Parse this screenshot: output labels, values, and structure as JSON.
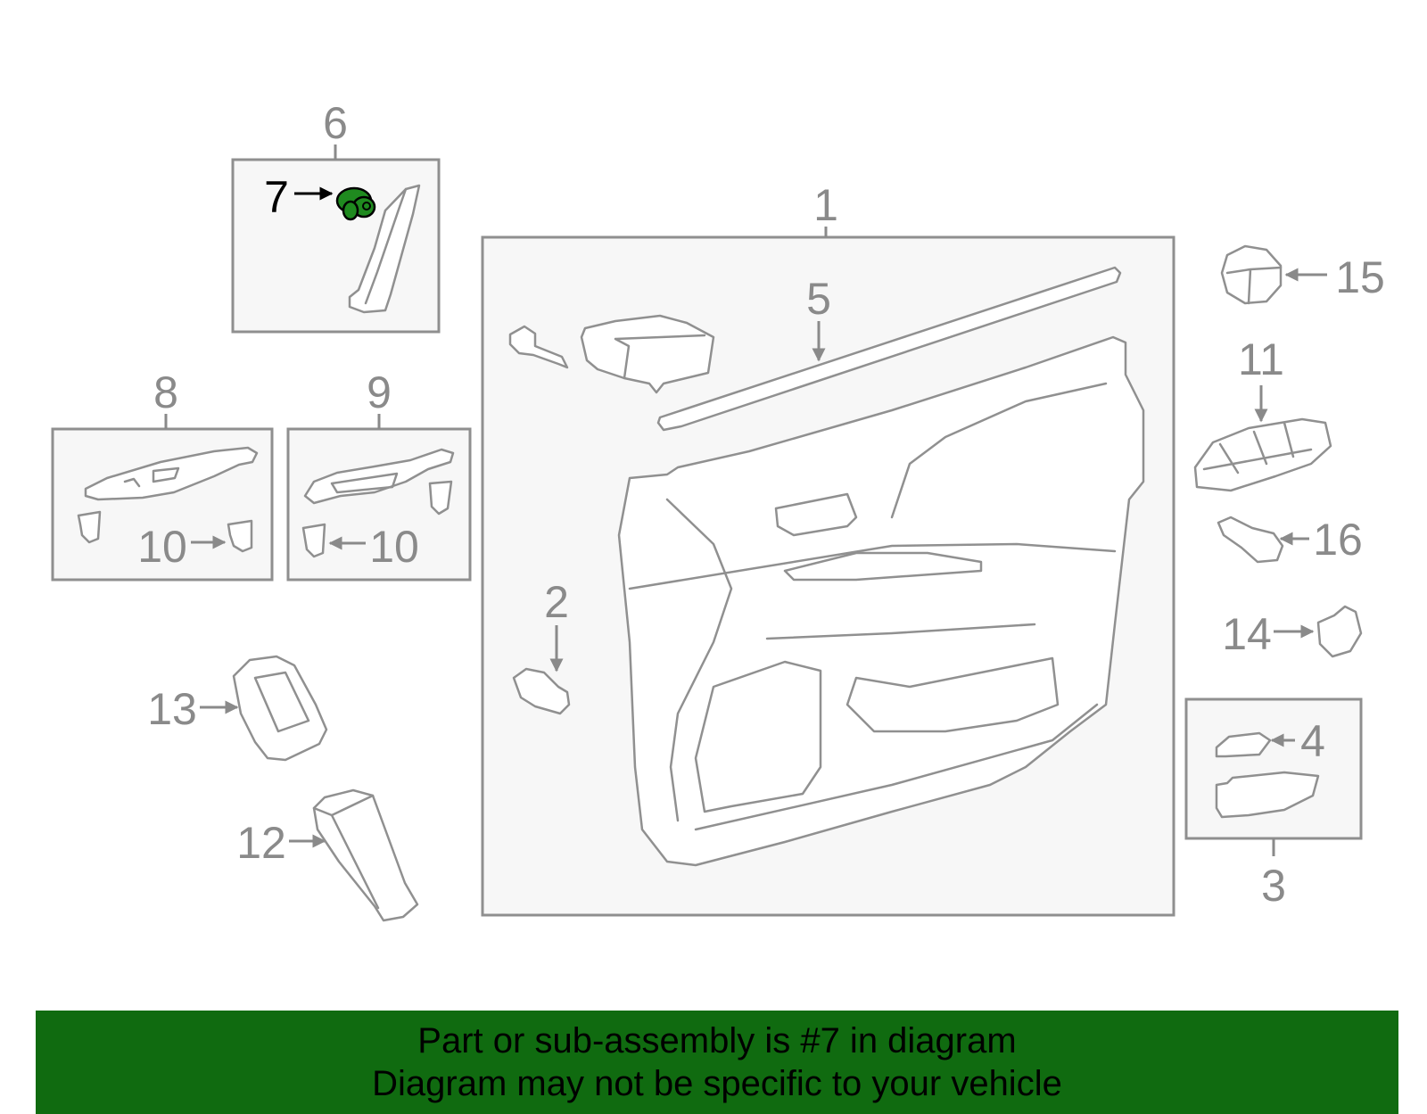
{
  "colors": {
    "banner_bg": "#106b10",
    "highlight_part": "#1f8a1f",
    "line_gray": "#909090"
  },
  "callouts": {
    "c1": "1",
    "c2": "2",
    "c3": "3",
    "c4": "4",
    "c5": "5",
    "c6": "6",
    "c7": "7",
    "c8": "8",
    "c9": "9",
    "c10a": "10",
    "c10b": "10",
    "c11": "11",
    "c12": "12",
    "c13": "13",
    "c14": "14",
    "c15": "15",
    "c16": "16"
  },
  "highlighted_part": "7",
  "banner": {
    "line1": "Part or sub-assembly is #7 in diagram",
    "line2": "Diagram may not be specific to your vehicle"
  }
}
